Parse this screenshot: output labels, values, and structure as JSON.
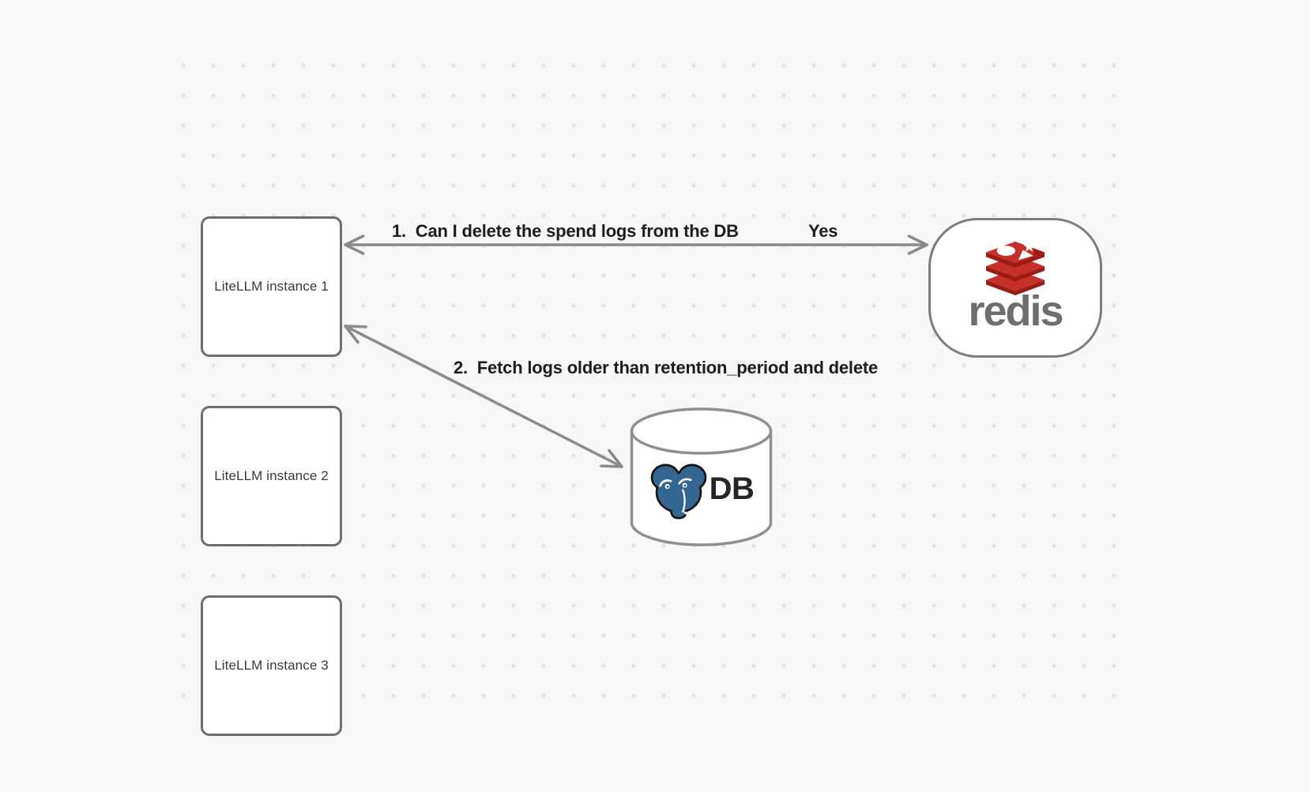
{
  "diagram": {
    "instances": [
      {
        "label": "LiteLLM instance 1"
      },
      {
        "label": "LiteLLM instance 2"
      },
      {
        "label": "LiteLLM instance 3"
      }
    ],
    "redis": {
      "wordmark": "redis"
    },
    "database": {
      "label": "DB"
    },
    "messages": {
      "query": "1.  Can I delete the spend logs from the DB",
      "response": "Yes",
      "fetch": "2.  Fetch logs older than retention_period and delete"
    },
    "icons": {
      "redis_logo": "redis-cubes-icon",
      "postgres_logo": "postgres-elephant-icon"
    },
    "colors": {
      "background": "#f7f7f7",
      "grid_dot": "#e3e3e3",
      "node_border": "#6e6e6e",
      "arrow": "#8a8a8a",
      "caption_text": "#1d1d1d",
      "redis_red": "#c6302b",
      "redis_red_dark": "#9c1c13",
      "redis_wordmark_gray": "#6e6e6e",
      "postgres_blue": "#336791"
    }
  }
}
